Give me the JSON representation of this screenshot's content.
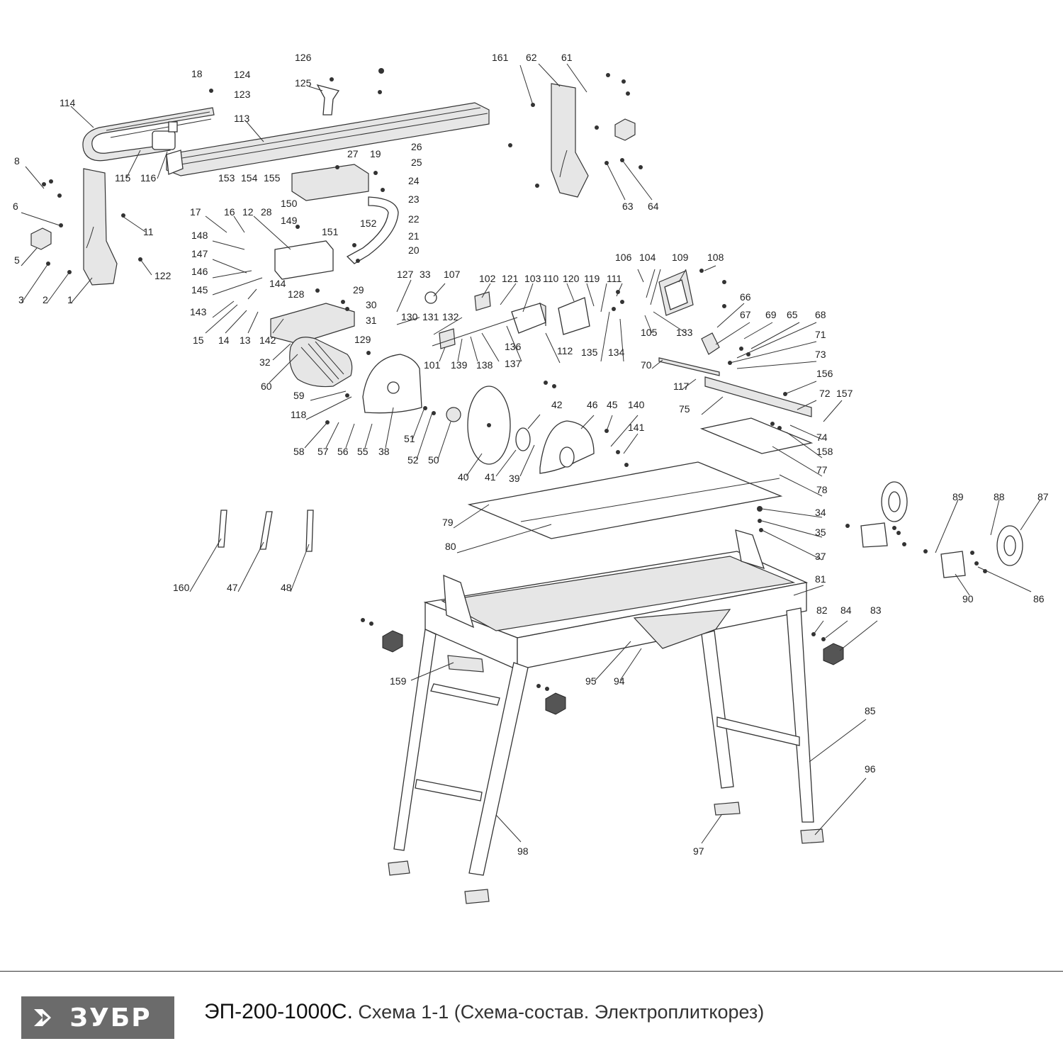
{
  "footer": {
    "logo_text": "ЗУБР",
    "model": "ЭП-200-1000С.",
    "description": " Схема 1-1 (Схема-состав. Электроплиткорез)"
  },
  "callouts": [
    "1",
    "2",
    "3",
    "5",
    "6",
    "8",
    "11",
    "12",
    "13",
    "14",
    "15",
    "16",
    "17",
    "18",
    "19",
    "20",
    "21",
    "22",
    "23",
    "24",
    "25",
    "26",
    "27",
    "28",
    "29",
    "30",
    "31",
    "32",
    "33",
    "34",
    "35",
    "37",
    "38",
    "39",
    "40",
    "41",
    "42",
    "45",
    "46",
    "47",
    "48",
    "50",
    "51",
    "52",
    "55",
    "56",
    "57",
    "58",
    "59",
    "60",
    "61",
    "62",
    "63",
    "64",
    "65",
    "66",
    "67",
    "68",
    "69",
    "70",
    "71",
    "72",
    "73",
    "74",
    "75",
    "77",
    "78",
    "79",
    "80",
    "81",
    "82",
    "83",
    "84",
    "85",
    "86",
    "87",
    "88",
    "89",
    "90",
    "94",
    "95",
    "96",
    "97",
    "98",
    "101",
    "102",
    "103",
    "104",
    "105",
    "106",
    "107",
    "108",
    "109",
    "110",
    "111",
    "112",
    "113",
    "114",
    "115",
    "116",
    "117",
    "118",
    "119",
    "120",
    "121",
    "122",
    "123",
    "124",
    "125",
    "126",
    "127",
    "128",
    "129",
    "130",
    "131",
    "132",
    "133",
    "134",
    "135",
    "136",
    "137",
    "138",
    "139",
    "140",
    "141",
    "142",
    "143",
    "144",
    "145",
    "146",
    "147",
    "148",
    "149",
    "150",
    "151",
    "152",
    "153",
    "154",
    "155",
    "156",
    "157",
    "158",
    "159",
    "160",
    "161"
  ]
}
